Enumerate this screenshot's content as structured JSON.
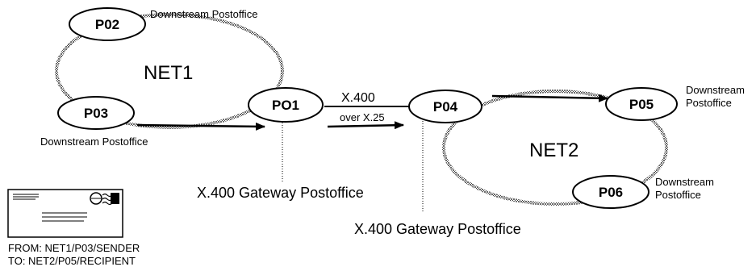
{
  "networks": [
    {
      "id": "net1",
      "label": "NET1"
    },
    {
      "id": "net2",
      "label": "NET2"
    }
  ],
  "nodes": [
    {
      "id": "p02",
      "label": "P02"
    },
    {
      "id": "p03",
      "label": "P03"
    },
    {
      "id": "po1",
      "label": "PO1"
    },
    {
      "id": "p04",
      "label": "P04"
    },
    {
      "id": "p05",
      "label": "P05"
    },
    {
      "id": "p06",
      "label": "P06"
    }
  ],
  "annotations": {
    "p02_downstream": "Downstream Postoffice",
    "p03_downstream": "Downstream Postoffice",
    "p05_downstream_line1": "Downstream",
    "p05_downstream_line2": "Postoffice",
    "p06_downstream_line1": "Downstream",
    "p06_downstream_line2": "Postoffice",
    "gateway_left": "X.400 Gateway Postoffice",
    "gateway_right": "X.400 Gateway Postoffice"
  },
  "link": {
    "protocol": "X.400",
    "transport": "over X.25"
  },
  "envelope": {
    "from": "FROM: NET1/P03/SENDER",
    "to": "TO: NET2/P05/RECIPIENT"
  }
}
